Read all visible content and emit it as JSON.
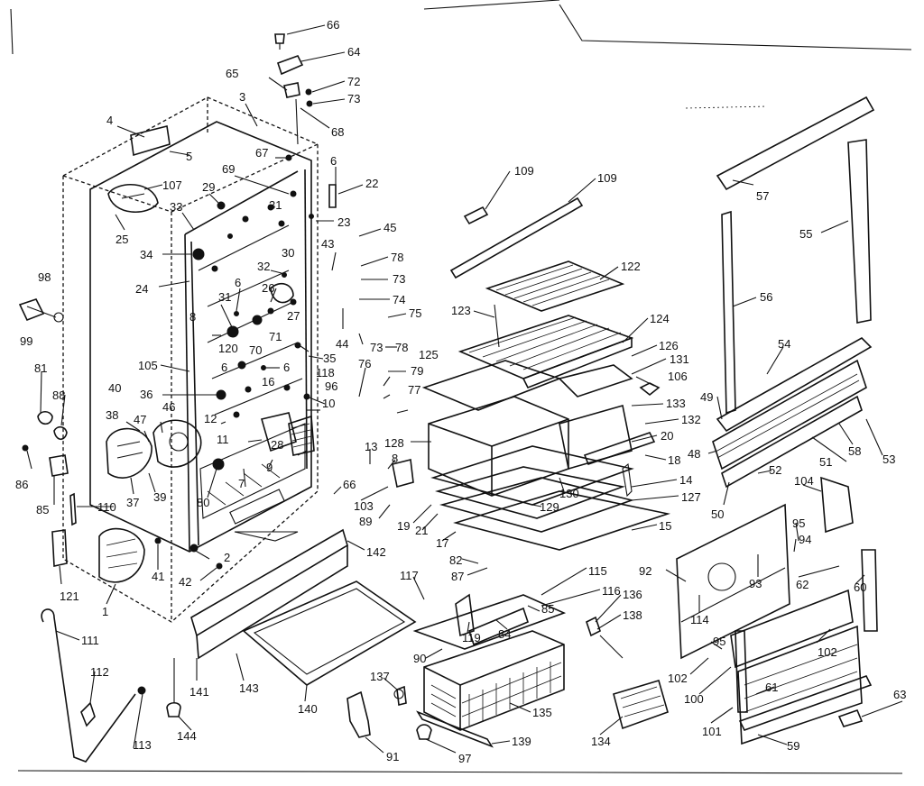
{
  "diagram": {
    "part_labels": [
      "66",
      "64",
      "65",
      "72",
      "73",
      "68",
      "3",
      "4",
      "5",
      "67",
      "6",
      "22",
      "107",
      "69",
      "29",
      "31",
      "33",
      "23",
      "25",
      "34",
      "30",
      "45",
      "43",
      "78",
      "98",
      "32",
      "26",
      "24",
      "73",
      "74",
      "6",
      "75",
      "99",
      "31",
      "8",
      "27",
      "120",
      "70",
      "71",
      "73",
      "78",
      "125",
      "35",
      "44",
      "105",
      "6",
      "6",
      "16",
      "118",
      "79",
      "76",
      "77",
      "81",
      "88",
      "96",
      "36",
      "10",
      "40",
      "38",
      "47",
      "46",
      "12",
      "11",
      "28",
      "9",
      "13",
      "8",
      "86",
      "37",
      "39",
      "80",
      "7",
      "85",
      "110",
      "66",
      "103",
      "89",
      "121",
      "41",
      "42",
      "2",
      "1",
      "142",
      "111",
      "112",
      "113",
      "141",
      "143",
      "140",
      "144",
      "137",
      "91",
      "97",
      "139",
      "135",
      "134",
      "109",
      "109",
      "122",
      "123",
      "124",
      "126",
      "131",
      "106",
      "133",
      "132",
      "20",
      "128",
      "18",
      "14",
      "127",
      "130",
      "129",
      "19",
      "21",
      "17",
      "15",
      "82",
      "87",
      "117",
      "115",
      "116",
      "136",
      "138",
      "85",
      "84",
      "119",
      "90",
      "57",
      "55",
      "56",
      "54",
      "49",
      "48",
      "58",
      "53",
      "51",
      "52",
      "50",
      "104",
      "95",
      "94",
      "93",
      "62",
      "60",
      "92",
      "114",
      "95",
      "102",
      "102",
      "100",
      "61",
      "101",
      "63",
      "59"
    ]
  }
}
